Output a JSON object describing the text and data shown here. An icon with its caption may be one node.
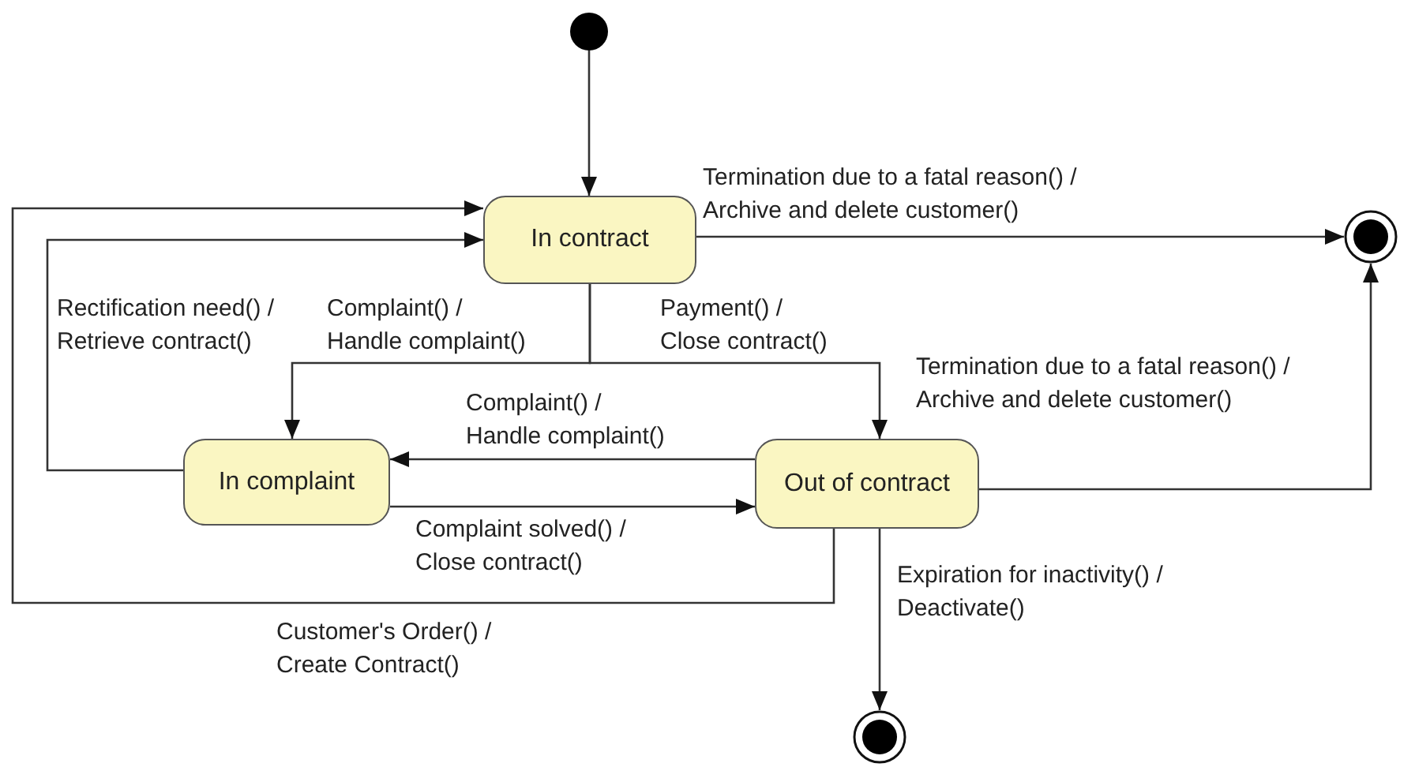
{
  "diagram": {
    "nodes": [
      {
        "text": [],
        "shape": "circle"
      },
      {
        "text": [
          "In contract"
        ]
      },
      {
        "text": [],
        "shape": "circle"
      },
      {
        "text": [
          "In complaint"
        ]
      },
      {
        "text": [
          "Out of contract"
        ]
      },
      {
        "text": [],
        "shape": "circle"
      }
    ],
    "edges": [
      {
        "from": 0,
        "to": 1,
        "arrow": "to"
      },
      {
        "from": 1,
        "to": 2,
        "arrow": "to",
        "label": "Termination due to a fatal reason() / Archive and delete customer()"
      },
      {
        "from": 1,
        "to": 3,
        "arrow": "to",
        "label": "Complaint() / Handle complaint()"
      },
      {
        "from": 1,
        "to": 4,
        "arrow": "to",
        "label": "Payment() / Close contract()"
      },
      {
        "from": 4,
        "to": 3,
        "arrow": "to",
        "label": "Complaint() / Handle complaint()"
      },
      {
        "from": 3,
        "to": 4,
        "arrow": "to",
        "label": "Complaint solved() / Close contract()"
      },
      {
        "from": 3,
        "to": 1,
        "arrow": "to",
        "label": "Rectification need() / Retrieve contract()"
      },
      {
        "from": 4,
        "to": 1,
        "arrow": "to",
        "label": "Customer's Order() / Create Contract()"
      },
      {
        "from": 4,
        "to": 2,
        "arrow": "to",
        "label": "Termination due to a fatal reason() / Archive and delete customer()"
      },
      {
        "from": 4,
        "to": 5,
        "arrow": "to",
        "label": "Expiration for inactivity() / Deactivate()"
      }
    ]
  }
}
